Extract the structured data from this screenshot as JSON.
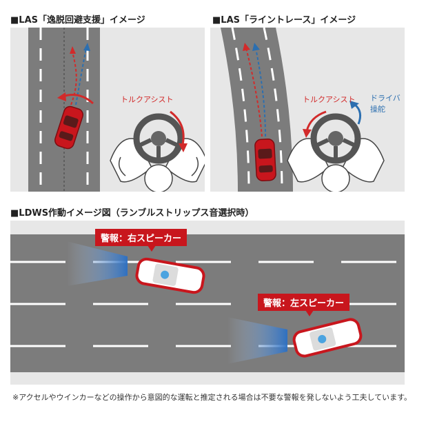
{
  "sections": {
    "las_departure": {
      "heading": "■LAS「逸脱回避支援」イメージ",
      "torque_label": "トルクアシスト"
    },
    "las_trace": {
      "heading": "■LAS「ライントレース」イメージ",
      "torque_label": "トルクアシスト",
      "driver_label_line1": "ドライバ",
      "driver_label_line2": "操舵"
    },
    "ldws": {
      "heading": "■LDWS作動イメージ図（ランブルストリップス音選択時）",
      "alert_right": "警報：右スピーカー",
      "alert_left": "警報：左スピーカー"
    }
  },
  "footnote": "※アクセルやウインカーなどの操作から意図的な運転と推定される場合は不要な警報を発しないよう工夫しています。",
  "colors": {
    "panel_bg": "#e7e7e7",
    "road": "#7c7c7c",
    "car_red": "#c8161d",
    "arrow_red": "#d22a2a",
    "arrow_blue": "#2c6fb0",
    "badge_red": "#c8161d"
  }
}
